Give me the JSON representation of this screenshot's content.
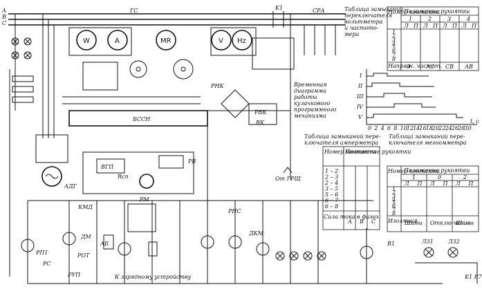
{
  "buses": {
    "a": "A",
    "b": "B",
    "c": "C",
    "gs": "ГС",
    "k1": "K1",
    "sra": "СРА"
  },
  "meters": {
    "w": "W",
    "a": "A",
    "mr": "MR",
    "v": "V",
    "hz": "Hz"
  },
  "main_labels": {
    "bssn": "БССН",
    "adg": "АДГ",
    "ot_grshch": "От ГРЩ",
    "rm": "РМ",
    "kmd": "КМД",
    "to_charger": "К зарядному устройству",
    "rnk": "РНК",
    "rvk": "РВК",
    "vk": "ВК",
    "rv": "РВ",
    "vgp": "ВГП",
    "rsp": "Rсп",
    "dm": "ДМ",
    "ab": "АБ",
    "rns": "РНС",
    "dkm": "ДКМ",
    "rp1": "РП1",
    "rs": "РС",
    "rot": "РОТ",
    "rup": "РУП",
    "b1": "В1",
    "l31": "Л31",
    "l32": "Л32",
    "k1b7": "K1 B7"
  },
  "timing_diagram": {
    "title_lines": [
      "Временная",
      "диаграмма",
      "работы",
      "кулачкового",
      "программного",
      "механизма"
    ],
    "axis_ticks": [
      "0",
      "2",
      "4",
      "6",
      "8",
      "10",
      "12",
      "14",
      "16",
      "18",
      "20",
      "22",
      "24",
      "26",
      "28",
      "30"
    ],
    "axis_unit": "t, c",
    "rows": [
      "I",
      "II",
      "III",
      "IV",
      "V"
    ]
  },
  "table_voltmeter": {
    "title_lines": [
      "Таблица замыканий",
      "переключателя",
      "вольтметра",
      "и частото-",
      "мера"
    ],
    "col_contact": "Номер контакта",
    "col_position": "Положение рукоятки",
    "positions": [
      "1",
      "2",
      "3",
      "4"
    ],
    "sub": [
      "Л",
      "П",
      "Л",
      "П",
      "Л",
      "П",
      "Л",
      "П"
    ],
    "rows": [
      "1",
      "2",
      "3",
      "4",
      "5",
      "6",
      "7",
      "8"
    ],
    "footer_label": "Напряж. частот.",
    "footer_values": [
      "0",
      "АС",
      "СВ",
      "АВ"
    ]
  },
  "table_ammeter": {
    "title_lines": [
      "Таблица замыканий пере-",
      "ключателя амперметра"
    ],
    "col_contact": "Номер контакта",
    "col_position": "Положение рукоятки",
    "rows": [
      "1 – 2",
      "2 – 3",
      "2 – 4",
      "3 – 5",
      "5 – 6",
      "6 – 7",
      "6 – 8"
    ],
    "footer_label": "Сила тока в фазах",
    "footer_values": [
      "А",
      "В",
      "С"
    ]
  },
  "table_megohmmeter": {
    "title_lines": [
      "Таблица замыканий пере-",
      "ключателя мегоомметра"
    ],
    "col_contact": "Номер контакта",
    "col_position": "Положение рукоятки",
    "positions": [
      "1",
      "0",
      "2"
    ],
    "sub": [
      "Л",
      "П",
      "Л",
      "П",
      "Л",
      "П"
    ],
    "rows": [
      "1",
      "2",
      "3",
      "4",
      "5",
      "6",
      "7",
      "8"
    ],
    "footer_label": "Изоляция",
    "footer_values": [
      "Шины",
      "Отклю-чение",
      "Шины"
    ]
  }
}
